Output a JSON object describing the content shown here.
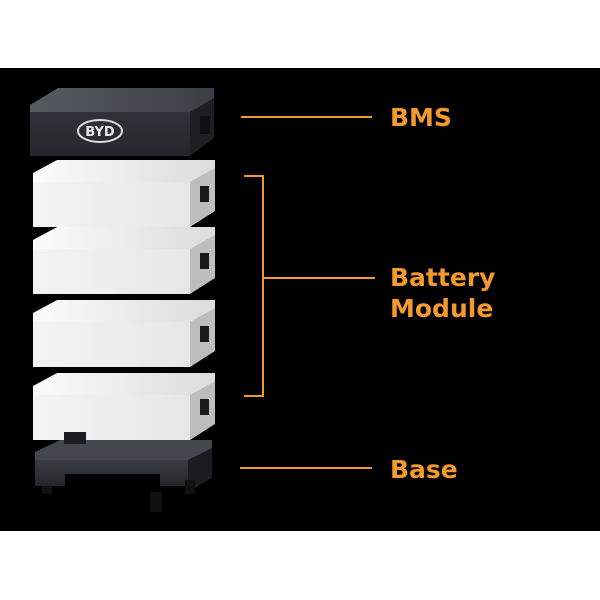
{
  "labels": {
    "bms": "BMS",
    "battery_line1": "Battery",
    "battery_line2": "Module",
    "base": "Base"
  },
  "logo_text": "BYD",
  "colors": {
    "background": "#000000",
    "accent": "#f39a2e",
    "bms_body": "#3a3d43",
    "module_body": "#f2f2f2",
    "base_body": "#2e3036"
  }
}
